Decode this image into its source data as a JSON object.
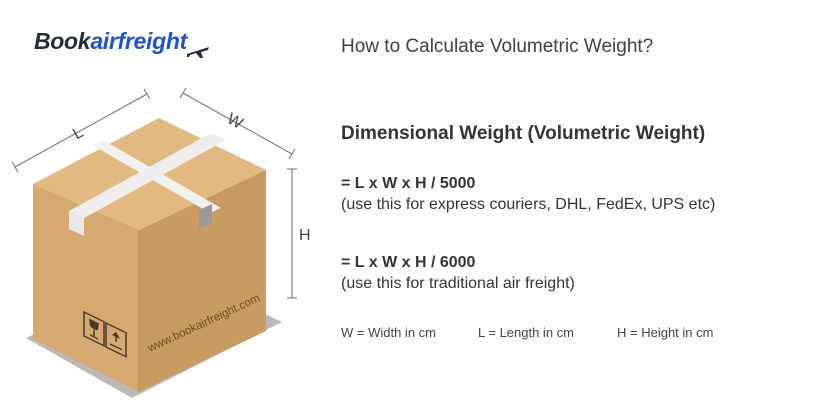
{
  "logo": {
    "part1": "Book",
    "part2": "airfreight"
  },
  "colors": {
    "logo_dark": "#252c3a",
    "logo_blue": "#1f53c4",
    "cardboard": "#d5a96f",
    "tape": "#eeeeee"
  },
  "diagram": {
    "label_length": "L",
    "label_width": "W",
    "label_height": "H",
    "box_print": "www.bookairfreight.com",
    "icons": [
      "fragile-glass-icon",
      "this-side-up-icon"
    ]
  },
  "content": {
    "title": "How to Calculate Volumetric Weight?",
    "heading": "Dimensional Weight (Volumetric Weight)",
    "formula1": "= L x W x H / 5000",
    "note1": "(use this for express couriers, DHL, FedEx, UPS etc)",
    "formula2": "= L x W x H / 6000",
    "note2": "(use this for traditional air freight)"
  },
  "legend": {
    "width": "W = Width in cm",
    "length": "L = Length in cm",
    "height": "H = Height in cm"
  }
}
